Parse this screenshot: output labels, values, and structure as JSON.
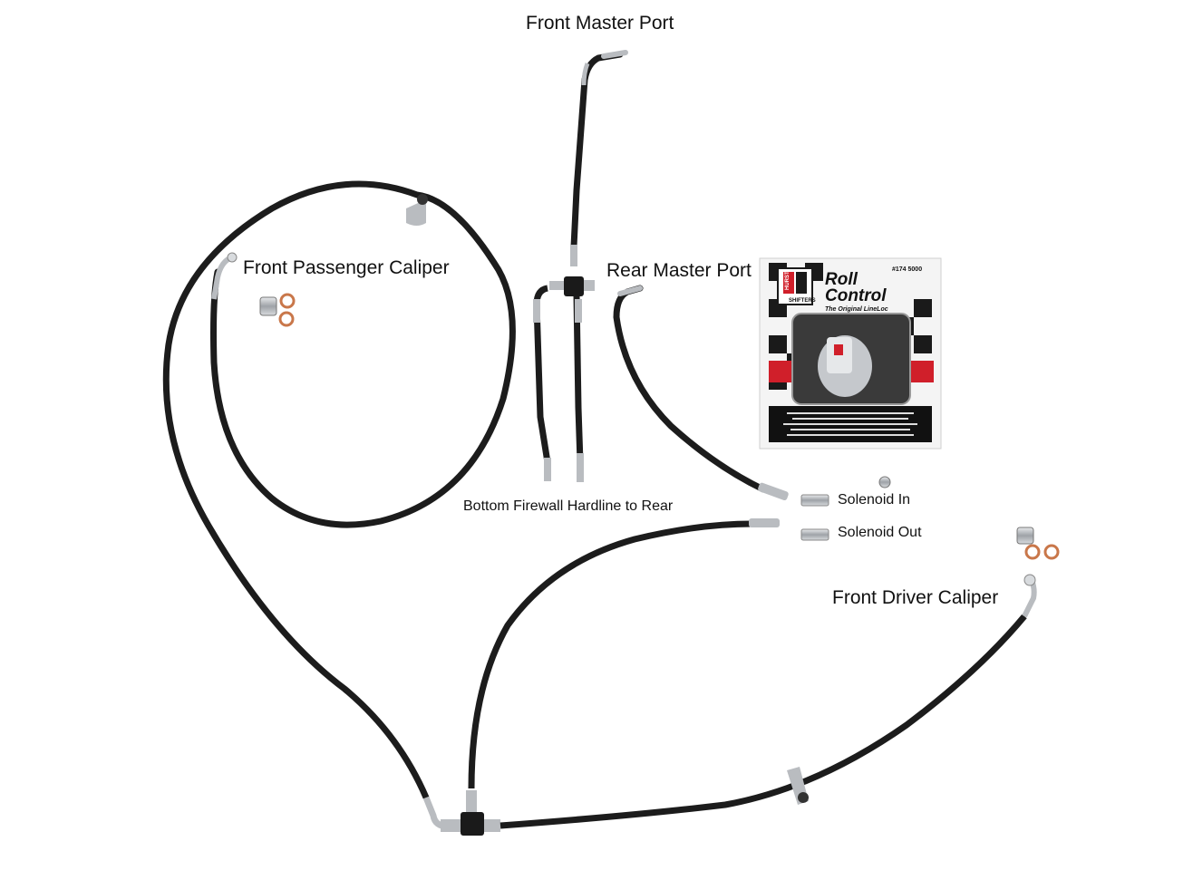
{
  "labels": {
    "front_master_port": "Front Master Port",
    "rear_master_port": "Rear Master Port",
    "front_passenger_caliper": "Front Passenger Caliper",
    "bottom_firewall": "Bottom Firewall Hardline to Rear",
    "solenoid_in": "Solenoid In",
    "solenoid_out": "Solenoid Out",
    "front_driver_caliper": "Front Driver Caliper"
  },
  "product_box": {
    "brand_line1": "Roll",
    "brand_line2": "Control",
    "tagline": "The Original LineLoc",
    "part_number": "#174 5000",
    "logo_text": "HURST",
    "logo_sub": "SHIFTERS"
  },
  "colors": {
    "hose": "#1c1c1c",
    "fitting": "#b9bcc0",
    "copper_washer": "#c9774a",
    "box_dark": "#1a1a1a",
    "box_red": "#d01f2a"
  }
}
